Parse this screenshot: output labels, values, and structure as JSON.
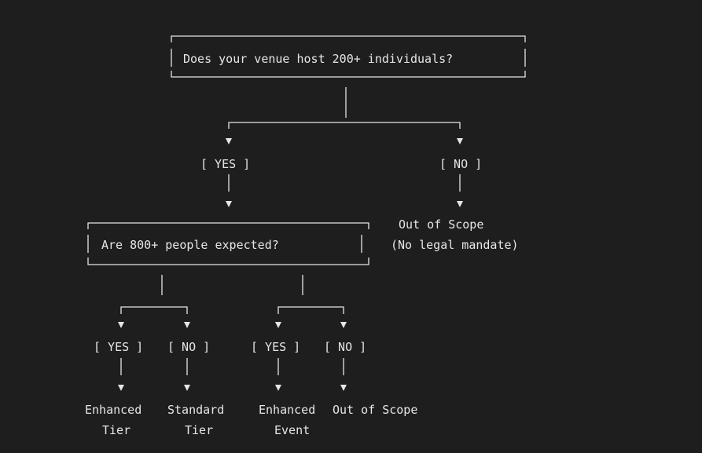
{
  "root": {
    "question": "Does your venue host 200+ individuals?",
    "yes_label": "[ YES ]",
    "no_label": "[ NO ]",
    "no_outcome": [
      "Out of Scope",
      "(No legal mandate)"
    ]
  },
  "second": {
    "question": "Are 800+ people expected?",
    "left": {
      "yes_label": "[ YES ]",
      "no_label": "[ NO ]",
      "yes_outcome": [
        "Enhanced",
        "Tier"
      ],
      "no_outcome": [
        "Standard",
        "Tier"
      ]
    },
    "right": {
      "yes_label": "[ YES ]",
      "no_label": "[ NO ]",
      "yes_outcome": [
        "Enhanced",
        "Event"
      ],
      "no_outcome": [
        "Out of Scope"
      ]
    }
  }
}
